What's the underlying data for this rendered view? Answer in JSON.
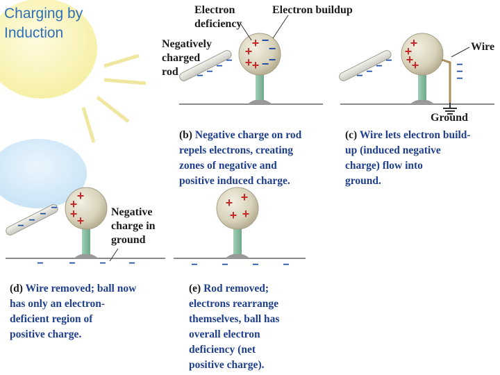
{
  "slide": {
    "title_line1": "Charging by",
    "title_line2": "Induction"
  },
  "panel_b": {
    "label_electron_deficiency_1": "Electron",
    "label_electron_deficiency_2": "deficiency",
    "label_electron_buildup": "Electron buildup",
    "label_rod_1": "Negatively",
    "label_rod_2": "charged",
    "label_rod_3": "rod",
    "caption_tag": "(b)",
    "caption_text": "Negative charge on rod\nrepels electrons, creating\nzones of negative and\npositive induced charge."
  },
  "panel_c": {
    "label_wire": "Wire",
    "label_ground": "Ground",
    "caption_tag": "(c)",
    "caption_text": "Wire lets electron build-\nup (induced negative\ncharge) flow into\nground."
  },
  "panel_d": {
    "label_ground_1": "Negative",
    "label_ground_2": "charge in",
    "label_ground_3": "ground",
    "caption_tag": "(d)",
    "caption_text": "Wire removed; ball now\nhas only an electron-\ndeficient region of\npositive charge."
  },
  "panel_e": {
    "caption_tag": "(e)",
    "caption_text": "Rod removed;\nelectrons rearrange\nthemselves, ball has\noverall electron\ndeficiency (net\npositive charge)."
  },
  "symbols": {
    "plus": "+",
    "minus": "−"
  },
  "colors": {
    "title": "#2e6fb8",
    "caption": "#1f3f8c",
    "positive": "#c62828",
    "negative": "#1f4fa0"
  }
}
